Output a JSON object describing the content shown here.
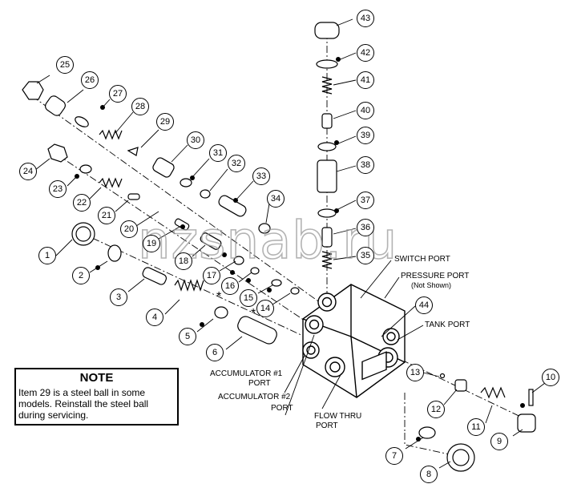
{
  "callouts": {
    "c1": "1",
    "c2": "2",
    "c3": "3",
    "c4": "4",
    "c5": "5",
    "c6": "6",
    "c7": "7",
    "c8": "8",
    "c9": "9",
    "c10": "10",
    "c11": "11",
    "c12": "12",
    "c13": "13",
    "c14": "14",
    "c15": "15",
    "c16": "16",
    "c17": "17",
    "c18": "18",
    "c19": "19",
    "c20": "20",
    "c21": "21",
    "c22": "22",
    "c23": "23",
    "c24": "24",
    "c25": "25",
    "c26": "26",
    "c27": "27",
    "c28": "28",
    "c29": "29",
    "c30": "30",
    "c31": "31",
    "c32": "32",
    "c33": "33",
    "c34": "34",
    "c35": "35",
    "c36": "36",
    "c37": "37",
    "c38": "38",
    "c39": "39",
    "c40": "40",
    "c41": "41",
    "c42": "42",
    "c43": "43",
    "c44": "44"
  },
  "ports": {
    "switch": "SWITCH PORT",
    "pressure": "PRESSURE PORT",
    "pressure_note": "(Not Shown)",
    "tank": "TANK PORT",
    "acc1_line1": "ACCUMULATOR #1",
    "acc1_line2": "PORT",
    "acc2_line1": "ACCUMULATOR #2",
    "acc2_line2": "PORT",
    "flow_line1": "FLOW THRU",
    "flow_line2": "PORT"
  },
  "asterisk": "*",
  "note": {
    "title": "NOTE",
    "text": "Item 29 is a steel ball in some models. Reinstall the steel ball during servicing."
  },
  "watermark": "nzsnab.ru"
}
